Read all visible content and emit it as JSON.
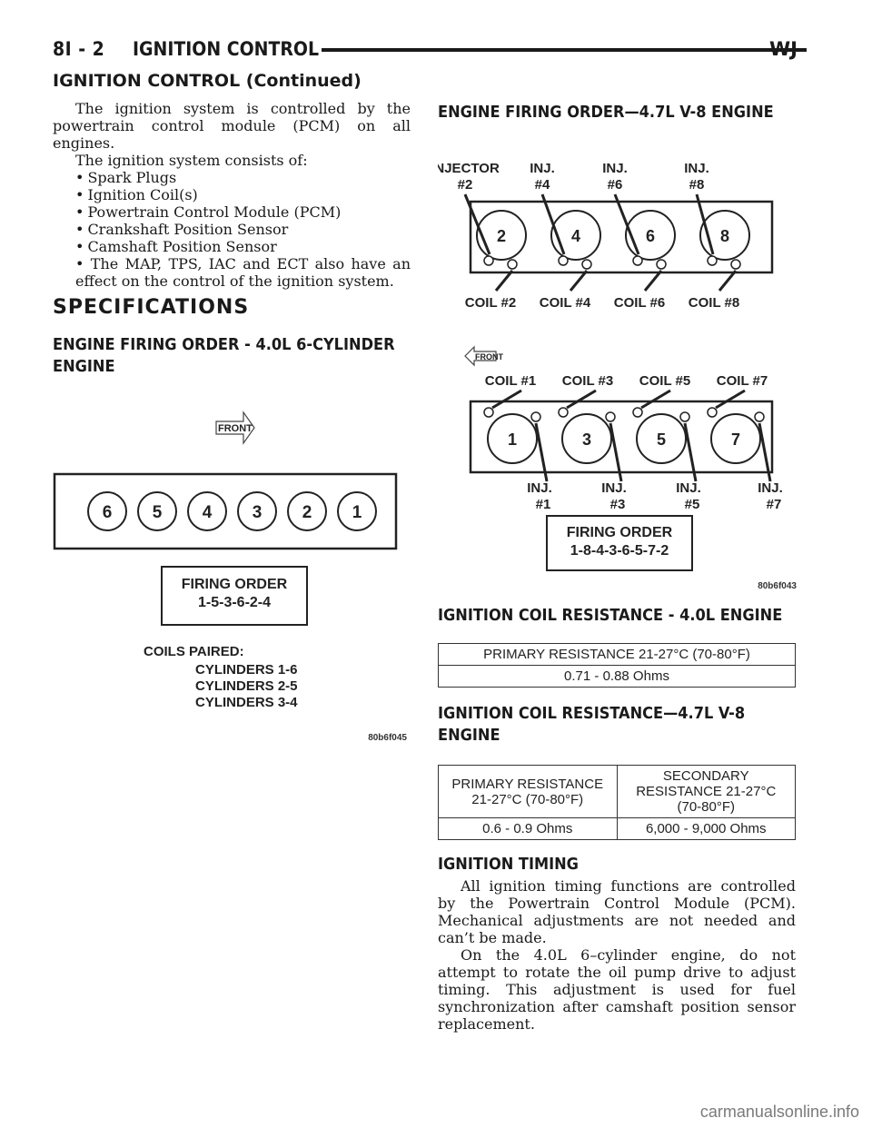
{
  "header": {
    "page": "8I - 2",
    "section": "IGNITION CONTROL",
    "model": "WJ"
  },
  "continued": "IGNITION CONTROL (Continued)",
  "intro": {
    "p1": "The ignition system is controlled by the powertrain control module (PCM) on all engines.",
    "p2": "The ignition system consists of:",
    "items": [
      "Spark Plugs",
      "Ignition Coil(s)",
      "Powertrain Control Module (PCM)",
      "Crankshaft Position Sensor",
      "Camshaft Position Sensor",
      "The MAP, TPS, IAC and ECT also have an effect on the control of the ignition system."
    ]
  },
  "specifications": {
    "title": "SPECIFICATIONS",
    "firing_40": {
      "title": "ENGINE FIRING ORDER - 4.0L 6-CYLINDER ENGINE",
      "front": "FRONT",
      "cylinders": [
        "6",
        "5",
        "4",
        "3",
        "2",
        "1"
      ],
      "order_label": "FIRING ORDER",
      "order": "1-5-3-6-2-4",
      "paired_label": "COILS PAIRED:",
      "paired": [
        "CYLINDERS 1-6",
        "CYLINDERS 2-5",
        "CYLINDERS 3-4"
      ],
      "code": "80b6f045"
    },
    "firing_47": {
      "title": "ENGINE FIRING ORDER—4.7L V-8 ENGINE",
      "front": "FRONT",
      "top_injectors": [
        [
          "INJECTOR",
          "#2"
        ],
        [
          "INJ.",
          "#4"
        ],
        [
          "INJ.",
          "#6"
        ],
        [
          "INJ.",
          "#8"
        ]
      ],
      "top_cyl": [
        "2",
        "4",
        "6",
        "8"
      ],
      "top_coils": [
        "COIL #2",
        "COIL #4",
        "COIL #6",
        "COIL #8"
      ],
      "bottom_coils": [
        "COIL #1",
        "COIL #3",
        "COIL #5",
        "COIL #7"
      ],
      "bottom_cyl": [
        "1",
        "3",
        "5",
        "7"
      ],
      "bottom_injectors": [
        [
          "INJ.",
          "#1"
        ],
        [
          "INJ.",
          "#3"
        ],
        [
          "INJ.",
          "#5"
        ],
        [
          "INJ.",
          "#7"
        ]
      ],
      "order_label": "FIRING ORDER",
      "order": "1-8-4-3-6-5-7-2",
      "code": "80b6f043"
    },
    "coil_40": {
      "title": "IGNITION COIL RESISTANCE - 4.0L ENGINE",
      "header": "PRIMARY RESISTANCE 21-27°C (70-80°F)",
      "value": "0.71 - 0.88 Ohms"
    },
    "coil_47": {
      "title": "IGNITION COIL RESISTANCE—4.7L V-8 ENGINE",
      "h1": [
        "PRIMARY RESISTANCE",
        "21-27°C (70-80°F)"
      ],
      "h2": [
        "SECONDARY",
        "RESISTANCE 21-27°C",
        "(70-80°F)"
      ],
      "v1": "0.6 - 0.9 Ohms",
      "v2": "6,000 - 9,000 Ohms"
    },
    "timing": {
      "title": "IGNITION TIMING",
      "p1": "All ignition timing functions are controlled by the Powertrain Control Module (PCM). Mechanical adjustments are not needed and can’t be made.",
      "p2": "On the 4.0L 6–cylinder engine, do not attempt to rotate the oil pump drive to adjust timing. This adjustment is used for fuel synchronization after camshaft position sensor replacement."
    }
  },
  "watermark": "carmanualsonline.info"
}
